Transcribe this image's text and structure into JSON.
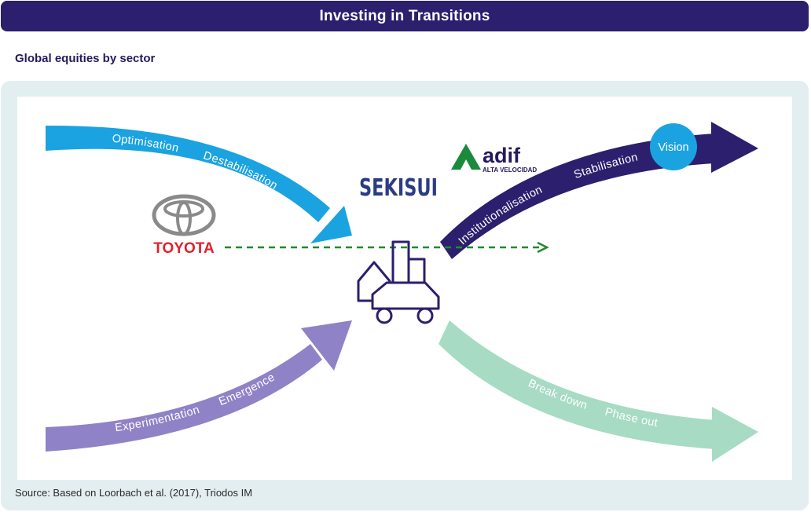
{
  "header": {
    "title": "Investing in Transitions"
  },
  "subtitle": "Global equities by sector",
  "arrows": {
    "top_left": {
      "labels": [
        "Optimisation",
        "Destabilisation"
      ],
      "color": "#1aa3e0"
    },
    "bottom_left": {
      "labels": [
        "Experimentation",
        "Emergence"
      ],
      "color": "#8f82c6"
    },
    "top_right": {
      "labels": [
        "Institutionalisation",
        "Stabilisation"
      ],
      "color": "#2b1f6e"
    },
    "bottom_right": {
      "labels": [
        "Break down",
        "Phase out"
      ],
      "color": "#a7dbc4"
    }
  },
  "vision_label": "Vision",
  "logos": {
    "toyota": "TOYOTA",
    "sekisui": "SEKISUI",
    "adif": "adif",
    "adif_sub": "ALTA VELOCIDAD"
  },
  "colors": {
    "toyota_red": "#e0202e",
    "sekisui_blue": "#2b3c86",
    "adif_green": "#1a8a3c",
    "dashed_green": "#1f8a2e",
    "vision_blue": "#1aa3e0"
  },
  "source": "Source: Based on Loorbach et al. (2017), Triodos IM"
}
